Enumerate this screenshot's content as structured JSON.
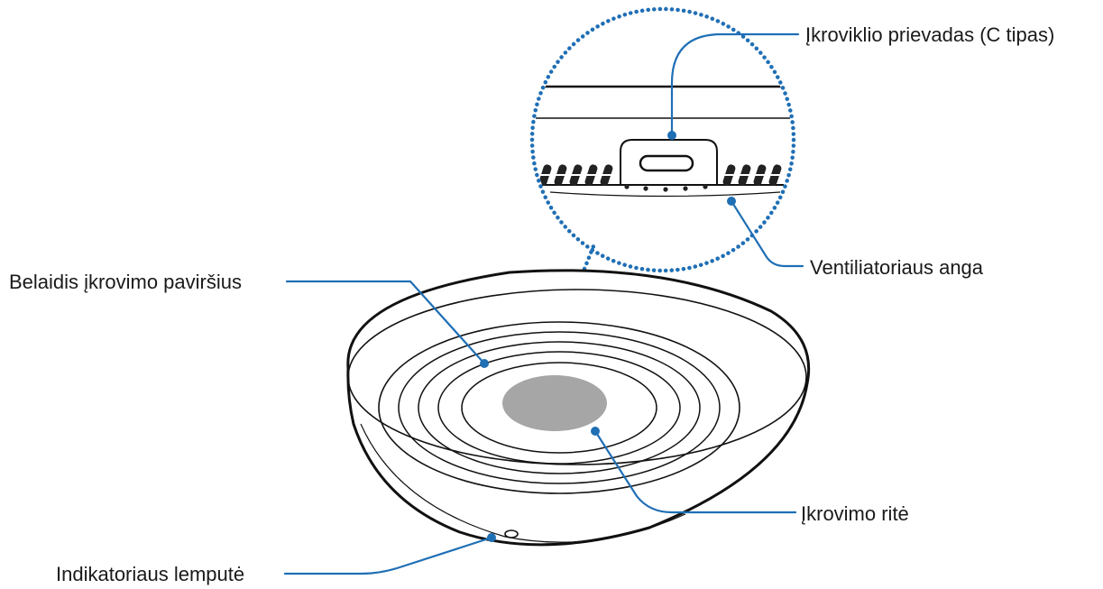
{
  "labels": {
    "charger_port": "Įkroviklio prievadas (C tipas)",
    "fan_vent": "Ventiliatoriaus anga",
    "wireless_surface": "Belaidis įkrovimo paviršius",
    "charging_coil": "Įkrovimo ritė",
    "indicator_light": "Indikatoriaus lemputė"
  },
  "colors": {
    "leader": "#1f6fb5",
    "coil": "#a6a6a6",
    "outline": "#111111"
  }
}
